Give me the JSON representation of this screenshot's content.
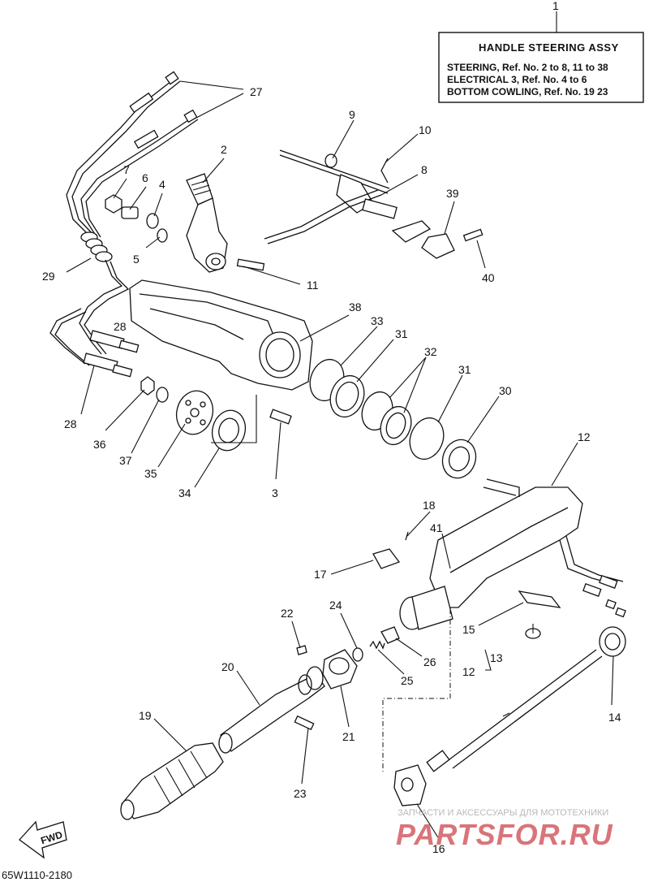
{
  "legend": {
    "title": "HANDLE  STEERING ASSY",
    "lines": [
      "STEERING, Ref. No. 2 to 8, 11 to 38",
      "ELECTRICAL 3,        Ref. No. 4 to 6",
      "BOTTOM COWLING, Ref. No. 19  23"
    ]
  },
  "callouts": {
    "c1": "1",
    "c2": "2",
    "c3": "3",
    "c4": "4",
    "c5": "5",
    "c6": "6",
    "c7": "7",
    "c8": "8",
    "c9": "9",
    "c10": "10",
    "c11": "11",
    "c12a": "12",
    "c12b": "12",
    "c13": "13",
    "c14": "14",
    "c15": "15",
    "c16": "16",
    "c17": "17",
    "c18": "18",
    "c19": "19",
    "c20": "20",
    "c21": "21",
    "c22": "22",
    "c23": "23",
    "c24": "24",
    "c25": "25",
    "c26": "26",
    "c27": "27",
    "c28a": "28",
    "c28b": "28",
    "c29": "29",
    "c30": "30",
    "c31a": "31",
    "c31b": "31",
    "c32": "32",
    "c33": "33",
    "c34": "34",
    "c35": "35",
    "c36": "36",
    "c37": "37",
    "c38": "38",
    "c39": "39",
    "c40": "40",
    "c41": "41"
  },
  "fwd_label": "FWD",
  "diagram_code": "65W1110-2180",
  "watermark": {
    "tagline": "ЗАПЧАСТИ И АКСЕССУАРЫ ДЛЯ МОТОТЕХНИКИ",
    "brand": "PARTSFOR.RU"
  }
}
